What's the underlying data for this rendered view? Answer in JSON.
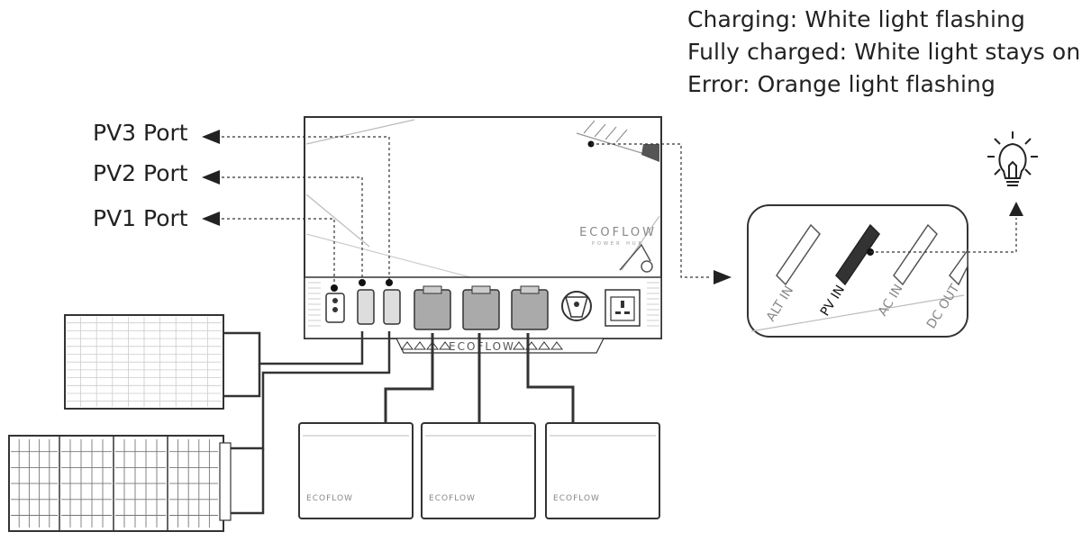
{
  "status_legend": {
    "charging": "Charging: White light flashing",
    "fully_charged": "Fully charged: White light stays on",
    "error": "Error: Orange light flashing"
  },
  "port_labels": {
    "pv3": "PV3 Port",
    "pv2": "PV2 Port",
    "pv1": "PV1 Port"
  },
  "indicator_panel": {
    "alt_in": "ALT IN",
    "pv_in": "PV IN",
    "ac_in": "AC IN",
    "dc_out": "DC OUT"
  },
  "device": {
    "brand": "ECOFLOW",
    "sub_brand": "POWER HUB"
  },
  "battery": {
    "brand": "ECOFLOW"
  },
  "icons": [
    "arrow-left-icon",
    "lightbulb-icon",
    "solar-panel-icon",
    "battery-icon"
  ]
}
